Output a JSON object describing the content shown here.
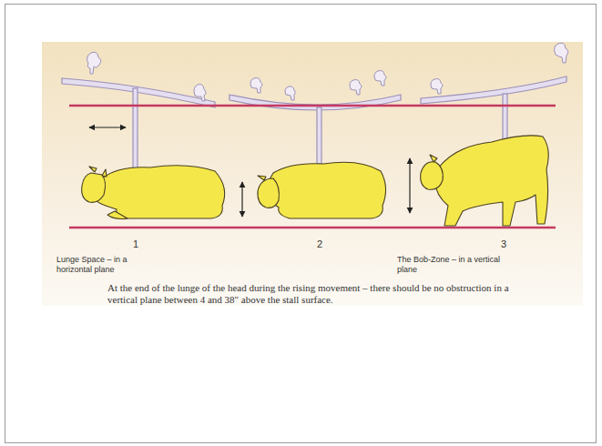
{
  "diagram": {
    "caption": "At the end of the lunge of the head during the rising movement – there should be no obstruction in a vertical plane between 4 and 38\" above the stall surface.",
    "labels": [
      "1",
      "2",
      "3",
      "Lunge Space – in a horizontal plane",
      "The Bob-Zone – in a vertical plane"
    ]
  }
}
